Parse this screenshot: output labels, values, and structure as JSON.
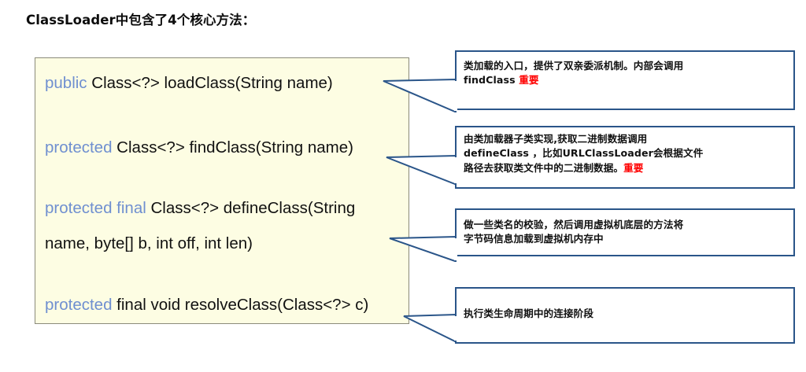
{
  "page": {
    "title": "ClassLoader中包含了4个核心方法："
  },
  "code_block": {
    "lines": [
      {
        "keyword": "public",
        "rest": " Class<?> loadClass(String name)"
      },
      {
        "keyword": "protected",
        "rest": " Class<?> findClass(String name)"
      },
      {
        "keyword": "protected final",
        "rest": " Class<?> defineClass(String"
      },
      {
        "keyword": "",
        "rest": "name, byte[] b, int off, int len)"
      },
      {
        "keyword": "protected",
        "rest": " final void resolveClass(Class<?> c)"
      }
    ]
  },
  "callouts": [
    {
      "id": "callout-1",
      "lines": [
        {
          "text": "类加载的入口，提供了双亲委派机制。内部会调用",
          "highlight": ""
        },
        {
          "text": "findClass  ",
          "highlight": "重要"
        }
      ]
    },
    {
      "id": "callout-2",
      "lines": [
        {
          "text": "由类加载器子类实现,获取二进制数据调用",
          "highlight": ""
        },
        {
          "text": "defineClass ，比如URLClassLoader会根据文件",
          "highlight": ""
        },
        {
          "text": "路径去获取类文件中的二进制数据。",
          "highlight": "重要"
        }
      ]
    },
    {
      "id": "callout-3",
      "lines": [
        {
          "text": "做一些类名的校验，然后调用虚拟机底层的方法将",
          "highlight": ""
        },
        {
          "text": "字节码信息加载到虚拟机内存中",
          "highlight": ""
        }
      ]
    },
    {
      "id": "callout-4",
      "lines": [
        {
          "text": "执行类生命周期中的连接阶段",
          "highlight": ""
        }
      ]
    }
  ],
  "colors": {
    "code_background": "#fdfde3",
    "code_border": "#8a8a7a",
    "keyword_blue": "#6f8fd0",
    "callout_border": "#2a5589",
    "highlight_red": "#ff0000",
    "text_black": "#111111",
    "page_background": "#ffffff"
  }
}
